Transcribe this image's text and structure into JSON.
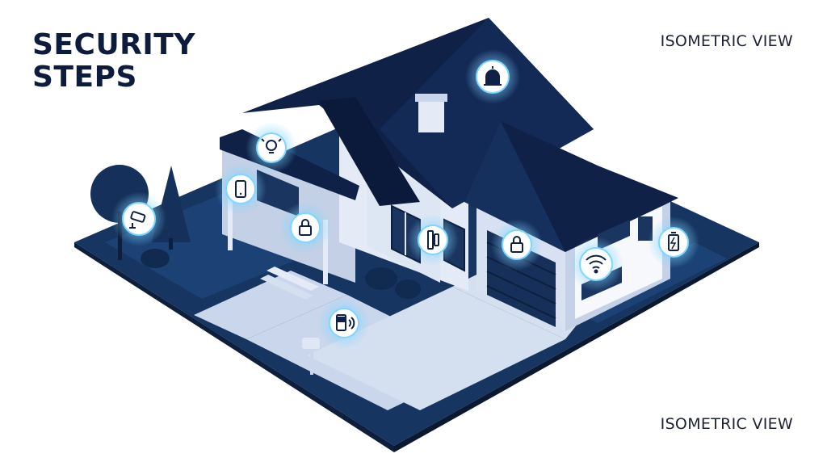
{
  "header": {
    "title_line1": "SECURITY",
    "title_line2": "STEPS"
  },
  "labels": {
    "view_top": "ISOMETRIC VIEW",
    "view_bottom": "ISOMETRIC VIEW"
  },
  "colors": {
    "navy": "#0f2147",
    "ground": "#1b3f6e",
    "wall": "#dfe7f4",
    "glow": "#7fd6ff"
  },
  "devices": [
    {
      "name": "alarm-siren-icon"
    },
    {
      "name": "light-bulb-icon"
    },
    {
      "name": "smartphone-icon"
    },
    {
      "name": "security-camera-icon"
    },
    {
      "name": "front-door-lock-icon"
    },
    {
      "name": "window-sensor-icon"
    },
    {
      "name": "garage-lock-icon"
    },
    {
      "name": "wifi-icon"
    },
    {
      "name": "battery-icon"
    },
    {
      "name": "gate-keypad-icon"
    }
  ]
}
